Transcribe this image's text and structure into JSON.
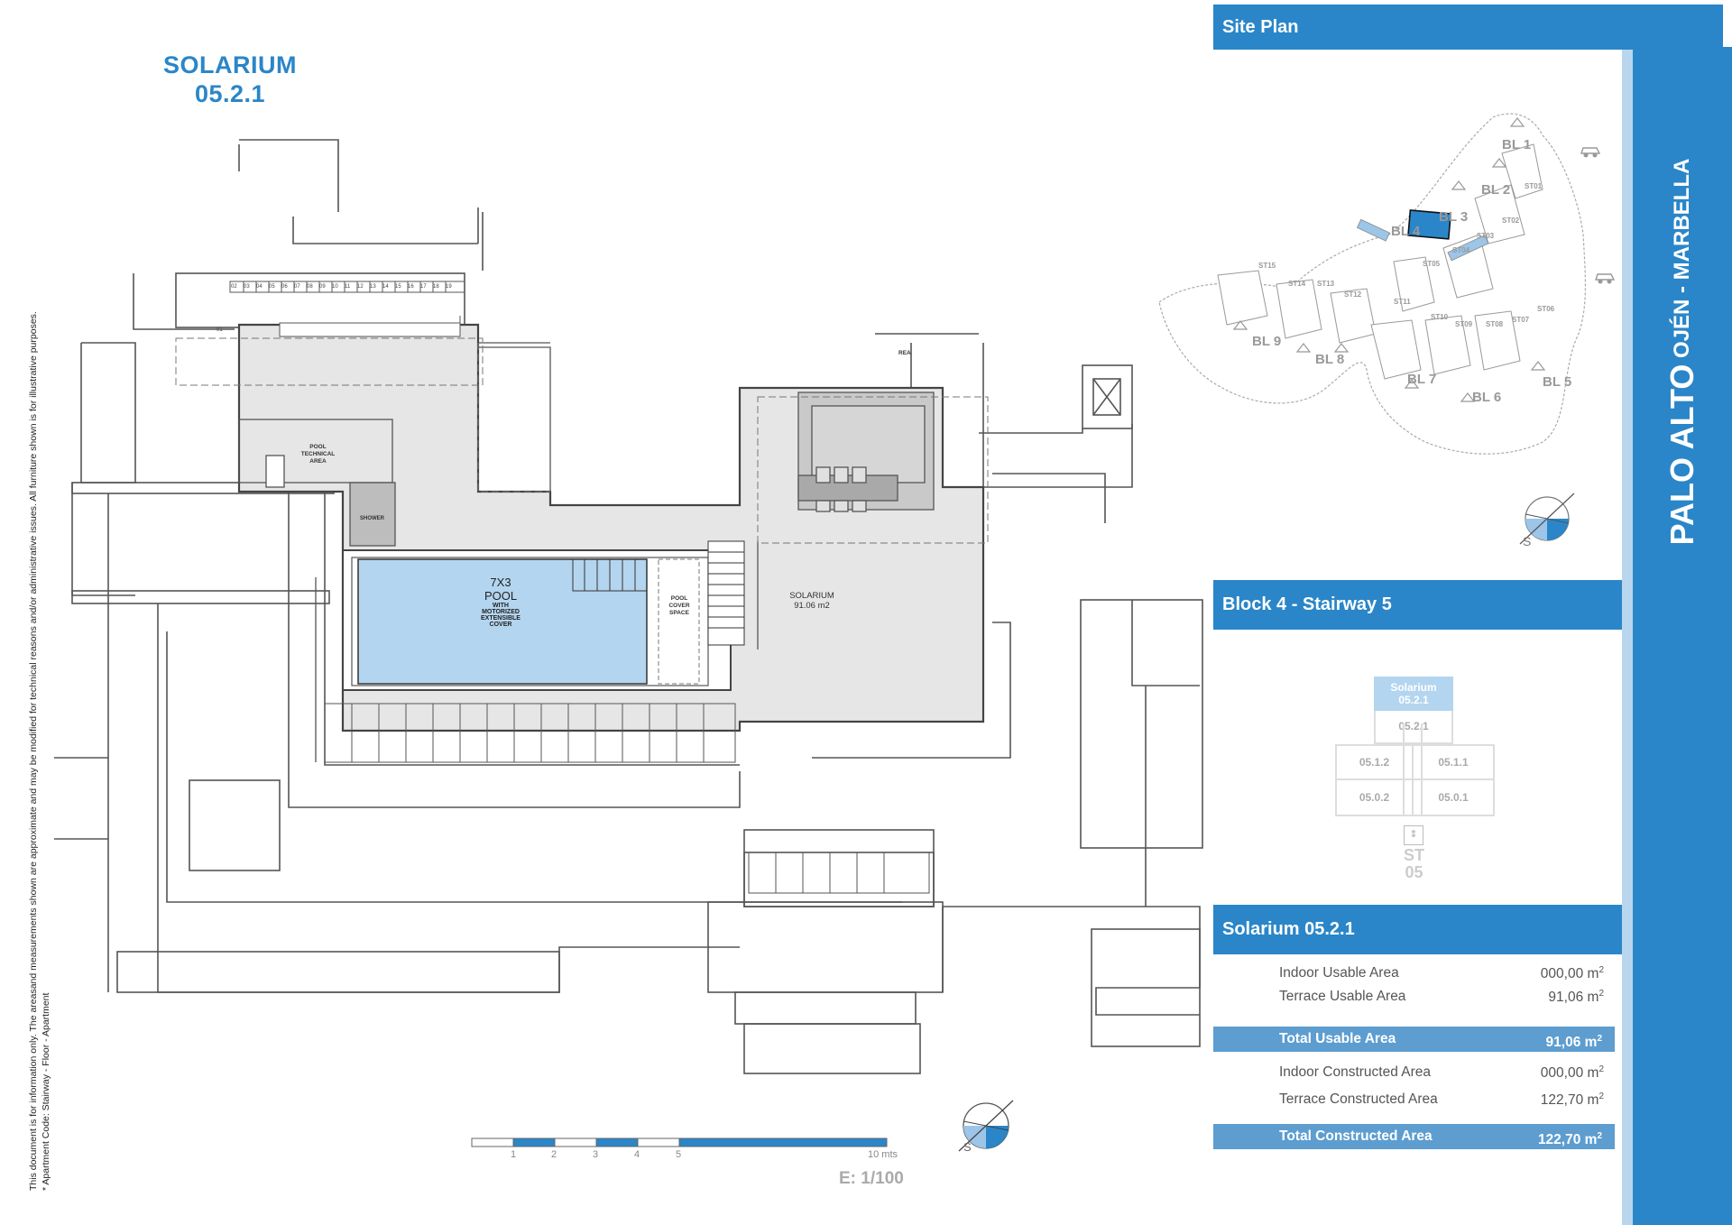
{
  "document_title": {
    "line1": "SOLARIUM",
    "line2": "05.2.1"
  },
  "disclaimer": {
    "line1": "This document is for information only. The areasand measurements shown are approximate and may be modified for technical reasons and/or administrative issues. All furniture shown is for illustrative purposes.",
    "line2": "* Apartment Code: Stairway - Floor - Apartment"
  },
  "floor_plan": {
    "pool_label": {
      "line1": "7X3",
      "line2": "POOL",
      "line3": "WITH",
      "line4": "MOTORIZED",
      "line5": "EXTENSIBLE",
      "line6": "COVER"
    },
    "pool_cover_space": {
      "line1": "POOL",
      "line2": "COVER",
      "line3": "SPACE"
    },
    "pool_technical_area": {
      "line1": "POOL",
      "line2": "TECHNICAL",
      "line3": "AREA"
    },
    "shower": "SHOWER",
    "solarium": {
      "line1": "SOLARIUM",
      "line2": "91.06 m2"
    },
    "rea": "REA",
    "stair_numbers": [
      "01",
      "02",
      "03",
      "04",
      "05",
      "06",
      "07",
      "08",
      "09",
      "10",
      "11",
      "12",
      "13",
      "14",
      "15",
      "16",
      "17",
      "18",
      "19"
    ],
    "compass_letter": "S"
  },
  "scale_bar": {
    "ticks": [
      "1",
      "2",
      "3",
      "4",
      "5",
      "10 mts"
    ],
    "scale": "E: 1/100"
  },
  "site_plan": {
    "header": "Site Plan",
    "blocks": [
      "BL 1",
      "BL 2",
      "BL 3",
      "BL 4",
      "BL 5",
      "BL 6",
      "BL 7",
      "BL 8",
      "BL 9"
    ],
    "stairways": [
      "ST01",
      "ST02",
      "ST03",
      "ST04",
      "ST05",
      "ST06",
      "ST07",
      "ST08",
      "ST09",
      "ST10",
      "ST11",
      "ST12",
      "ST13",
      "ST14",
      "ST15"
    ],
    "compass_letter": "S"
  },
  "side_band": {
    "line1": "PALO ALTO",
    "line2": "OJÉN - MARBELLA"
  },
  "block_section": {
    "header": "Block 4 - Stairway 5",
    "highlight": {
      "line1": "Solarium",
      "line2": "05.2.1"
    },
    "units": [
      "05.2.1",
      "05.1.2",
      "05.1.1",
      "05.0.2",
      "05.0.1"
    ],
    "stair": {
      "line1": "ST",
      "line2": "05"
    }
  },
  "areas": {
    "header": "Solarium 05.2.1",
    "rows_usable": [
      {
        "label": "Indoor Usable Area",
        "value": "000,00 m",
        "unit_sup": "2"
      },
      {
        "label": "Terrace Usable Area",
        "value": "91,06 m",
        "unit_sup": "2"
      }
    ],
    "total_usable": {
      "label": "Total Usable Area",
      "value": "91,06 m",
      "unit_sup": "2"
    },
    "rows_constructed": [
      {
        "label": "Indoor Constructed Area",
        "value": "000,00 m",
        "unit_sup": "2"
      },
      {
        "label": "Terrace Constructed Area",
        "value": "122,70 m",
        "unit_sup": "2"
      }
    ],
    "total_constructed": {
      "label": "Total Constructed Area",
      "value": "122,70 m",
      "unit_sup": "2"
    }
  },
  "colors": {
    "accent": "#2a86c8",
    "accent_light": "#5d9dd0",
    "pool": "#b3d5ef",
    "floor_grey": "#e6e6e6"
  }
}
